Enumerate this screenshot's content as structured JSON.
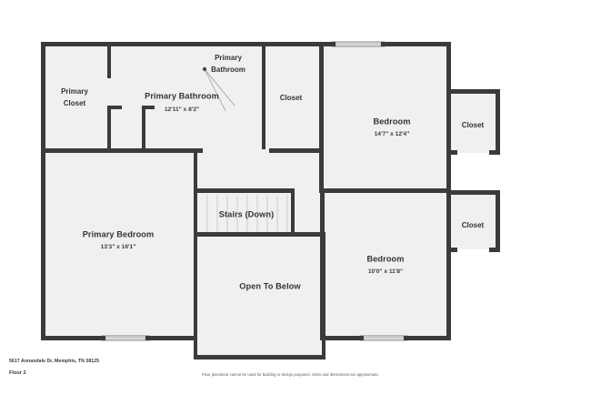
{
  "document": {
    "address": "5617 Annandale Dr, Memphis, TN 38125",
    "floor_label": "Floor 2",
    "disclaimer": "Floor plans/tour cannot be used for building or design purposes. Sizes and dimensions are approximate."
  },
  "colors": {
    "wall": "#3b3b3d",
    "room_fill": "#f0f0f0",
    "background": "#ffffff",
    "text": "#333335",
    "window": "#ffffff",
    "stair_tread": "#c9c9c9",
    "leader": "#9b9b9b"
  },
  "rooms": [
    {
      "id": "primary-closet",
      "name": "Primary Closet",
      "name_line1": "Primary",
      "name_line2": "Closet",
      "dimensions": ""
    },
    {
      "id": "primary-bathroom",
      "name": "Primary Bathroom",
      "name_line1": "Primary",
      "name_line2": "Bathroom",
      "dimensions": "12'11\" x 8'2\""
    },
    {
      "id": "primary-bathroom-callout",
      "name": "Primary Bathroom",
      "name_line1": "Primary",
      "name_line2": "Bathroom",
      "dimensions": ""
    },
    {
      "id": "closet-top",
      "name": "Closet",
      "name_line1": "Closet",
      "name_line2": "",
      "dimensions": ""
    },
    {
      "id": "bedroom-upper",
      "name": "Bedroom",
      "name_line1": "Bedroom",
      "name_line2": "",
      "dimensions": "14'7\" x 12'4\""
    },
    {
      "id": "closet-upper-right",
      "name": "Closet",
      "name_line1": "Closet",
      "name_line2": "",
      "dimensions": ""
    },
    {
      "id": "primary-bedroom",
      "name": "Primary Bedroom",
      "name_line1": "Primary",
      "name_line2": "Bedroom",
      "dimensions": "13'3\" x 16'1\""
    },
    {
      "id": "stairs",
      "name": "Stairs (Down)",
      "name_line1": "Stairs (Down)",
      "name_line2": "",
      "dimensions": ""
    },
    {
      "id": "open-to-below",
      "name": "Open To Below",
      "name_line1": "Open To Below",
      "name_line2": "",
      "dimensions": ""
    },
    {
      "id": "bedroom-lower",
      "name": "Bedroom",
      "name_line1": "Bedroom",
      "name_line2": "",
      "dimensions": "10'0\" x 11'8\""
    },
    {
      "id": "closet-lower-right",
      "name": "Closet",
      "name_line1": "Closet",
      "name_line2": "",
      "dimensions": ""
    }
  ],
  "labels": {
    "primary_closet": "Primary Closet",
    "primary_closet_l1": "Primary",
    "primary_closet_l2": "Closet",
    "primary_bathroom": "Primary Bathroom",
    "primary_bathroom_dim": "12'11\" x 8'2\"",
    "callout_bathroom_l1": "Primary",
    "callout_bathroom_l2": "Bathroom",
    "closet": "Closet",
    "bedroom": "Bedroom",
    "bedroom_upper_dim": "14'7\" x 12'4\"",
    "bedroom_lower_dim": "10'0\" x 11'8\"",
    "primary_bedroom": "Primary Bedroom",
    "primary_bedroom_dim": "13'3\" x 16'1\"",
    "stairs": "Stairs (Down)",
    "open_to_below": "Open To Below"
  }
}
